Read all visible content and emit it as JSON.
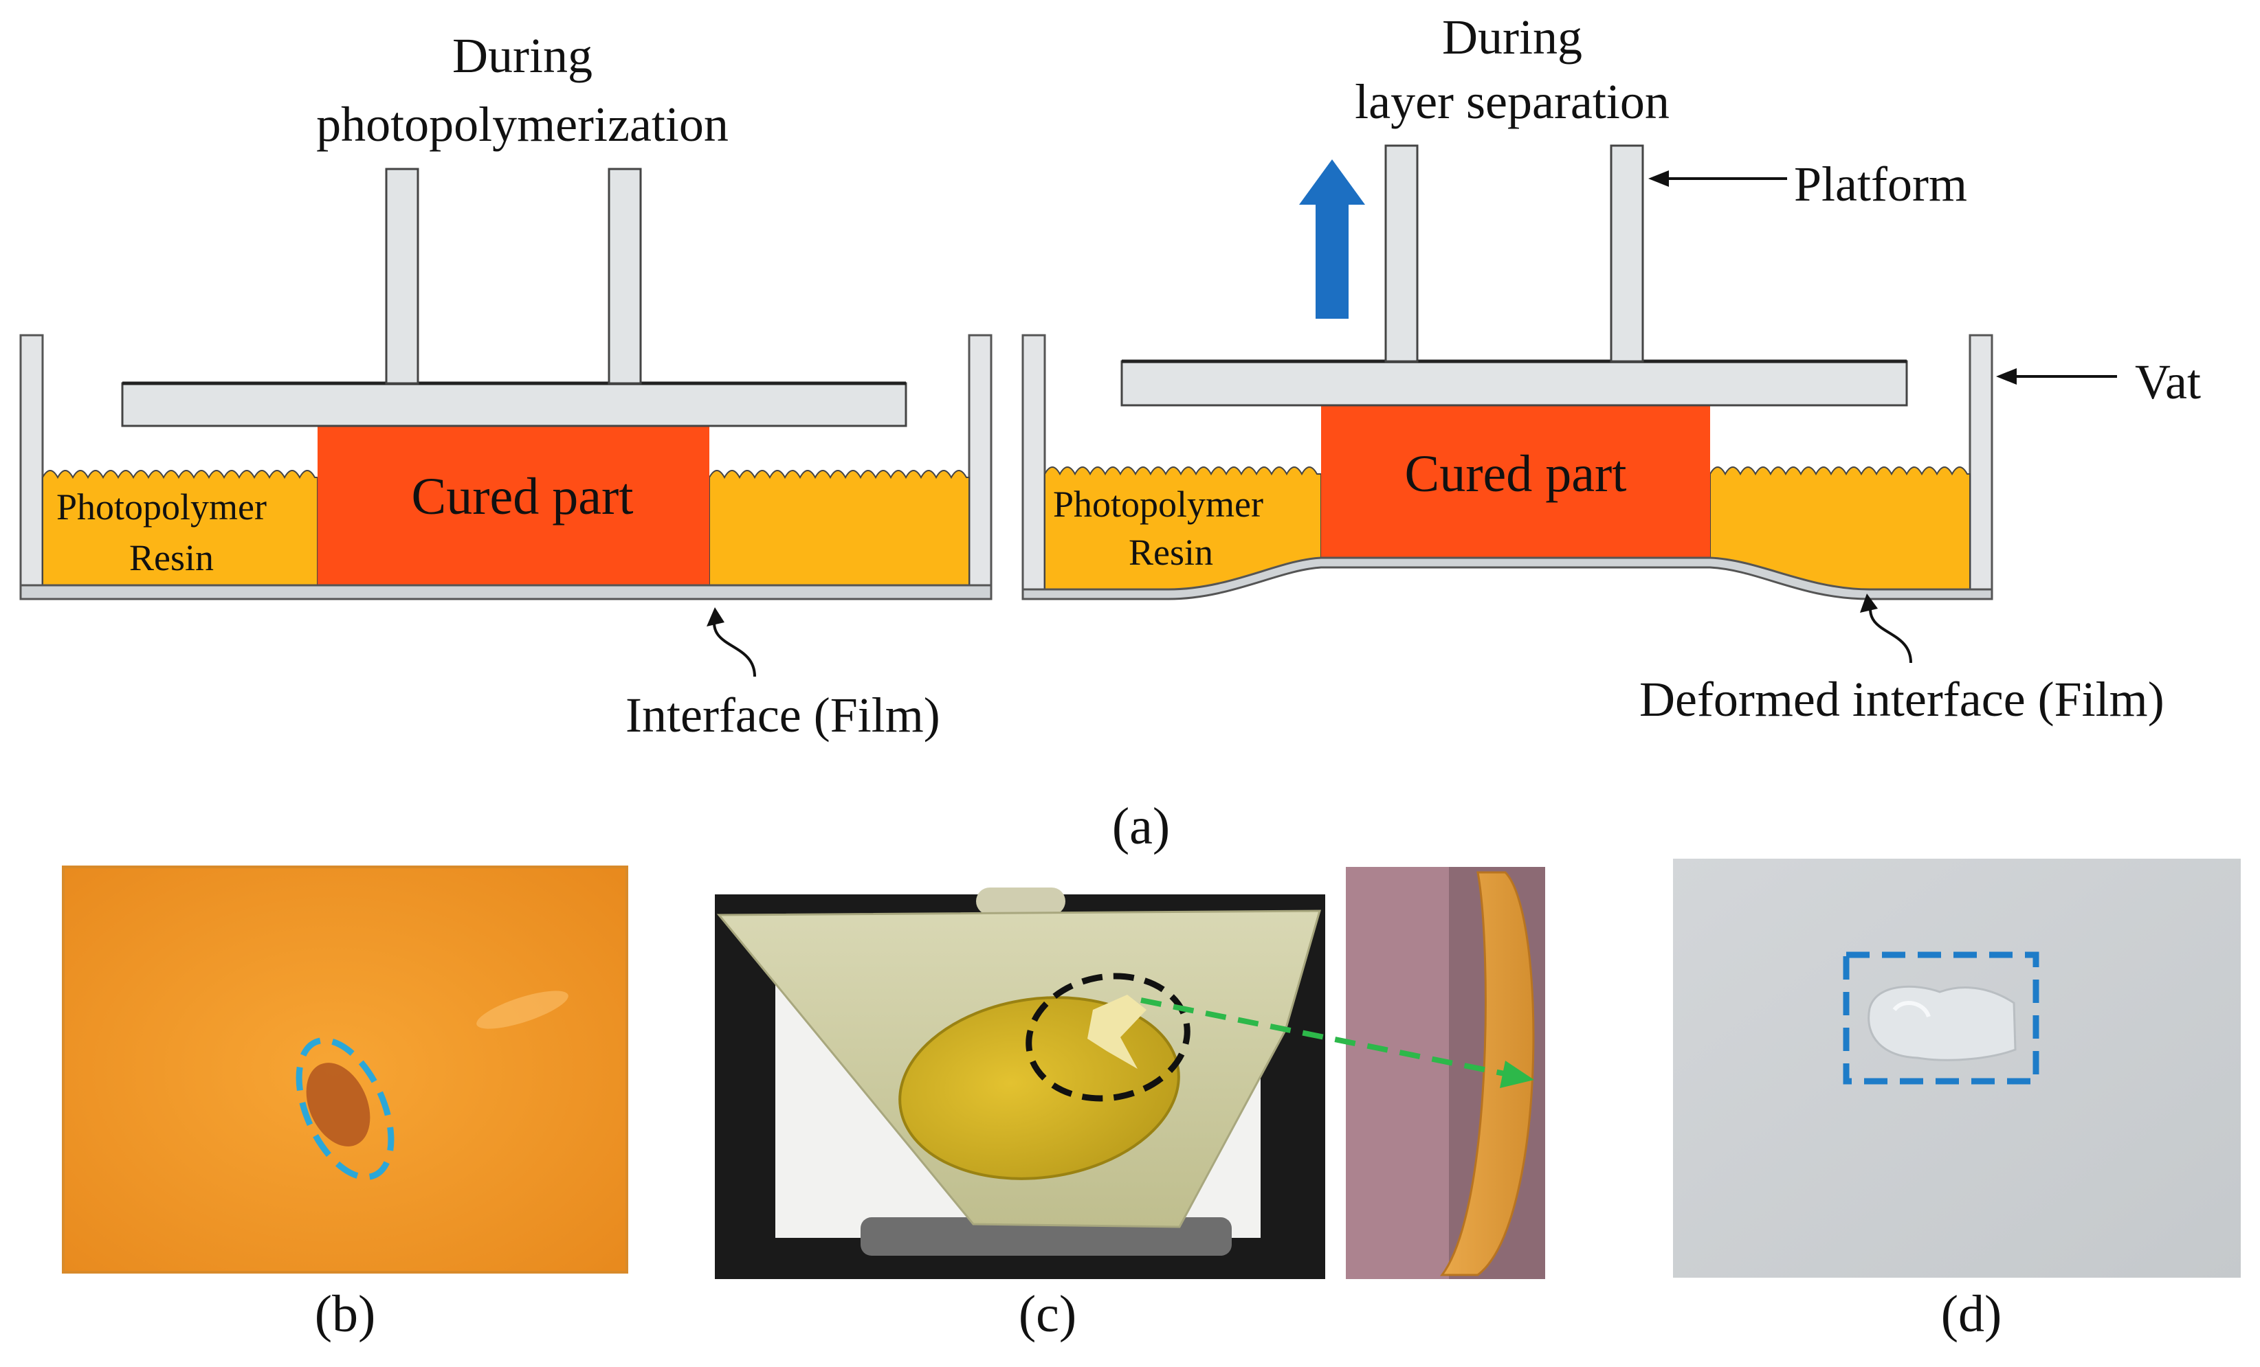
{
  "left_panel": {
    "title_line1": "During",
    "title_line2": "photopolymerization",
    "cured_label": "Cured part",
    "resin_line1": "Photopolymer",
    "resin_line2": "Resin",
    "interface_label": "Interface (Film)"
  },
  "right_panel": {
    "title_line1": "During",
    "title_line2": "layer separation",
    "platform_label": "Platform",
    "vat_label": "Vat",
    "cured_label": "Cured part",
    "resin_line1": "Photopolymer",
    "resin_line2": "Resin",
    "deformed_label": "Deformed interface (Film)"
  },
  "captions": {
    "a": "(a)",
    "b": "(b)",
    "c": "(c)",
    "d": "(d)"
  },
  "colors": {
    "resin": "#FDB515",
    "cured_part": "#FF4E16",
    "platform": "#E1E4E6",
    "up_arrow": "#1C6FC2",
    "highlight_cyan": "#2BA7D8",
    "highlight_green": "#2DB84A",
    "highlight_blue": "#1E7CC8"
  }
}
